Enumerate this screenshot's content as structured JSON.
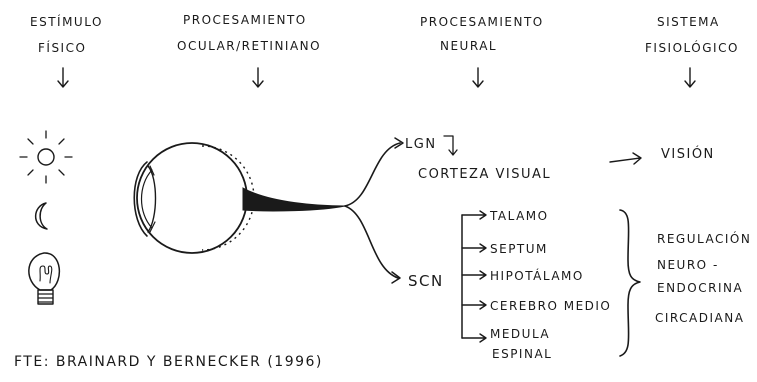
{
  "headers": [
    {
      "lines": [
        "ESTÍMULO",
        "FÍSICO"
      ]
    },
    {
      "lines": [
        "PROCESAMIENTO",
        "OCULAR/RETINIANO"
      ]
    },
    {
      "lines": [
        "PROCESAMIENTO",
        "NEURAL"
      ]
    },
    {
      "lines": [
        "SISTEMA",
        "FISIOLÓGICO"
      ]
    }
  ],
  "upper_branch": {
    "lgn": "LGN",
    "cortex": "CORTEZA VISUAL",
    "result": "VISIÓN"
  },
  "lower_branch": {
    "scn": "SCN",
    "targets": [
      "TALAMO",
      "SEPTUM",
      "HIPOTÁLAMO",
      "CEREBRO MEDIO",
      "MEDULA",
      "ESPINAL"
    ],
    "result_lines": [
      "REGULACIÓN",
      "NEURO -",
      "ENDOCRINA",
      "CIRCADIANA"
    ]
  },
  "citation": "FTE: BRAINARD Y BERNECKER (1996)",
  "icons": [
    "sun-icon",
    "moon-icon",
    "lightbulb-icon",
    "eye-icon"
  ]
}
